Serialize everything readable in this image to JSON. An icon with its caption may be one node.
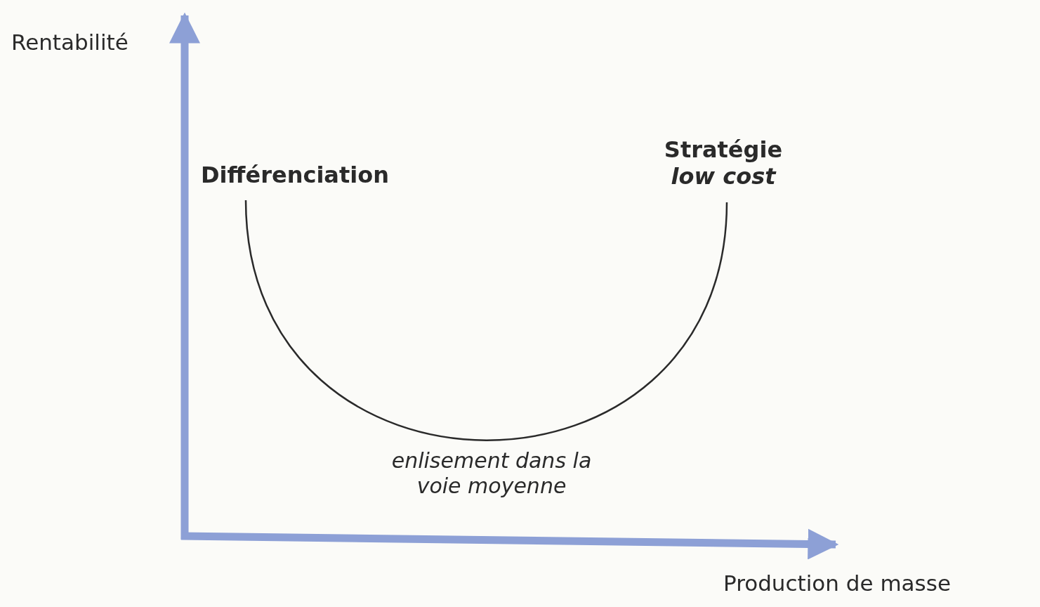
{
  "diagram": {
    "labels": [
      "Rentabilité",
      "Différenciation",
      "Stratégie *low cost*",
      "enlisement dans la voie moyenne",
      "Production de masse"
    ]
  }
}
